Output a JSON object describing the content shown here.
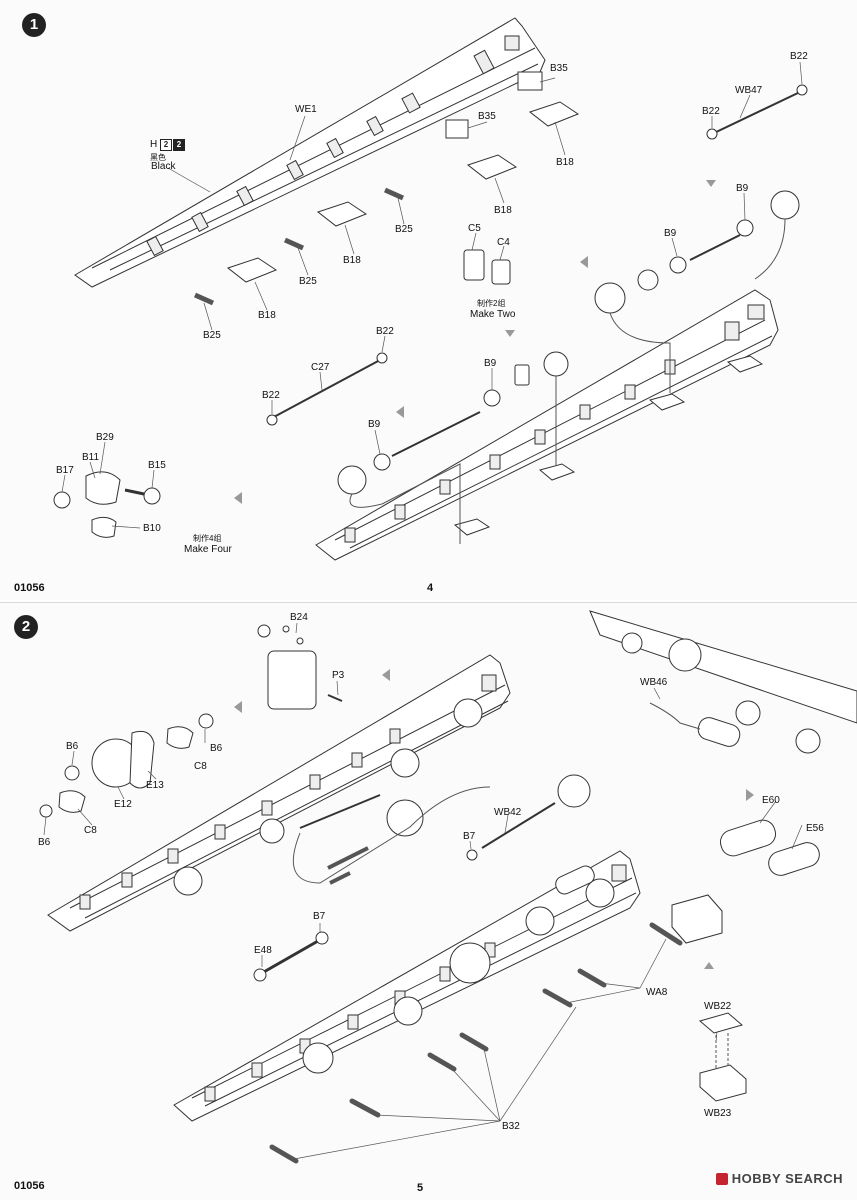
{
  "step1": {
    "number": "1",
    "product_code": "01056",
    "page_number": "4",
    "color_callout": {
      "letter": "H",
      "box_a": "2",
      "box_b": "2",
      "name_cn": "黑色",
      "name_en": "Black"
    },
    "make_two": {
      "cn": "制作2组",
      "en": "Make Two"
    },
    "make_four": {
      "cn": "制作4组",
      "en": "Make Four"
    },
    "labels": {
      "we1": "WE1",
      "b35_a": "B35",
      "b35_b": "B35",
      "b18_a": "B18",
      "b18_b": "B18",
      "b18_c": "B18",
      "b18_d": "B18",
      "b25_a": "B25",
      "b25_b": "B25",
      "b25_c": "B25",
      "b22_a": "B22",
      "b22_b": "B22",
      "b22_c": "B22",
      "b22_d": "B22",
      "wb47": "WB47",
      "b9_a": "B9",
      "b9_b": "B9",
      "b9_c": "B9",
      "b9_d": "B9",
      "c5": "C5",
      "c4": "C4",
      "c27": "C27",
      "b29": "B29",
      "b17": "B17",
      "b11": "B11",
      "b15": "B15",
      "b10": "B10"
    }
  },
  "step2": {
    "number": "2",
    "product_code": "01056",
    "page_number": "5",
    "labels": {
      "b24": "B24",
      "p3": "P3",
      "b6_a": "B6",
      "b6_b": "B6",
      "b6_c": "B6",
      "c8_a": "C8",
      "c8_b": "C8",
      "e13": "E13",
      "e12": "E12",
      "wb46": "WB46",
      "e60": "E60",
      "e56": "E56",
      "wb42": "WB42",
      "b7_a": "B7",
      "b7_b": "B7",
      "e48": "E48",
      "wa8": "WA8",
      "wb22": "WB22",
      "wb23": "WB23",
      "b32": "B32"
    }
  },
  "watermark": {
    "text": "HOBBY SEARCH"
  }
}
